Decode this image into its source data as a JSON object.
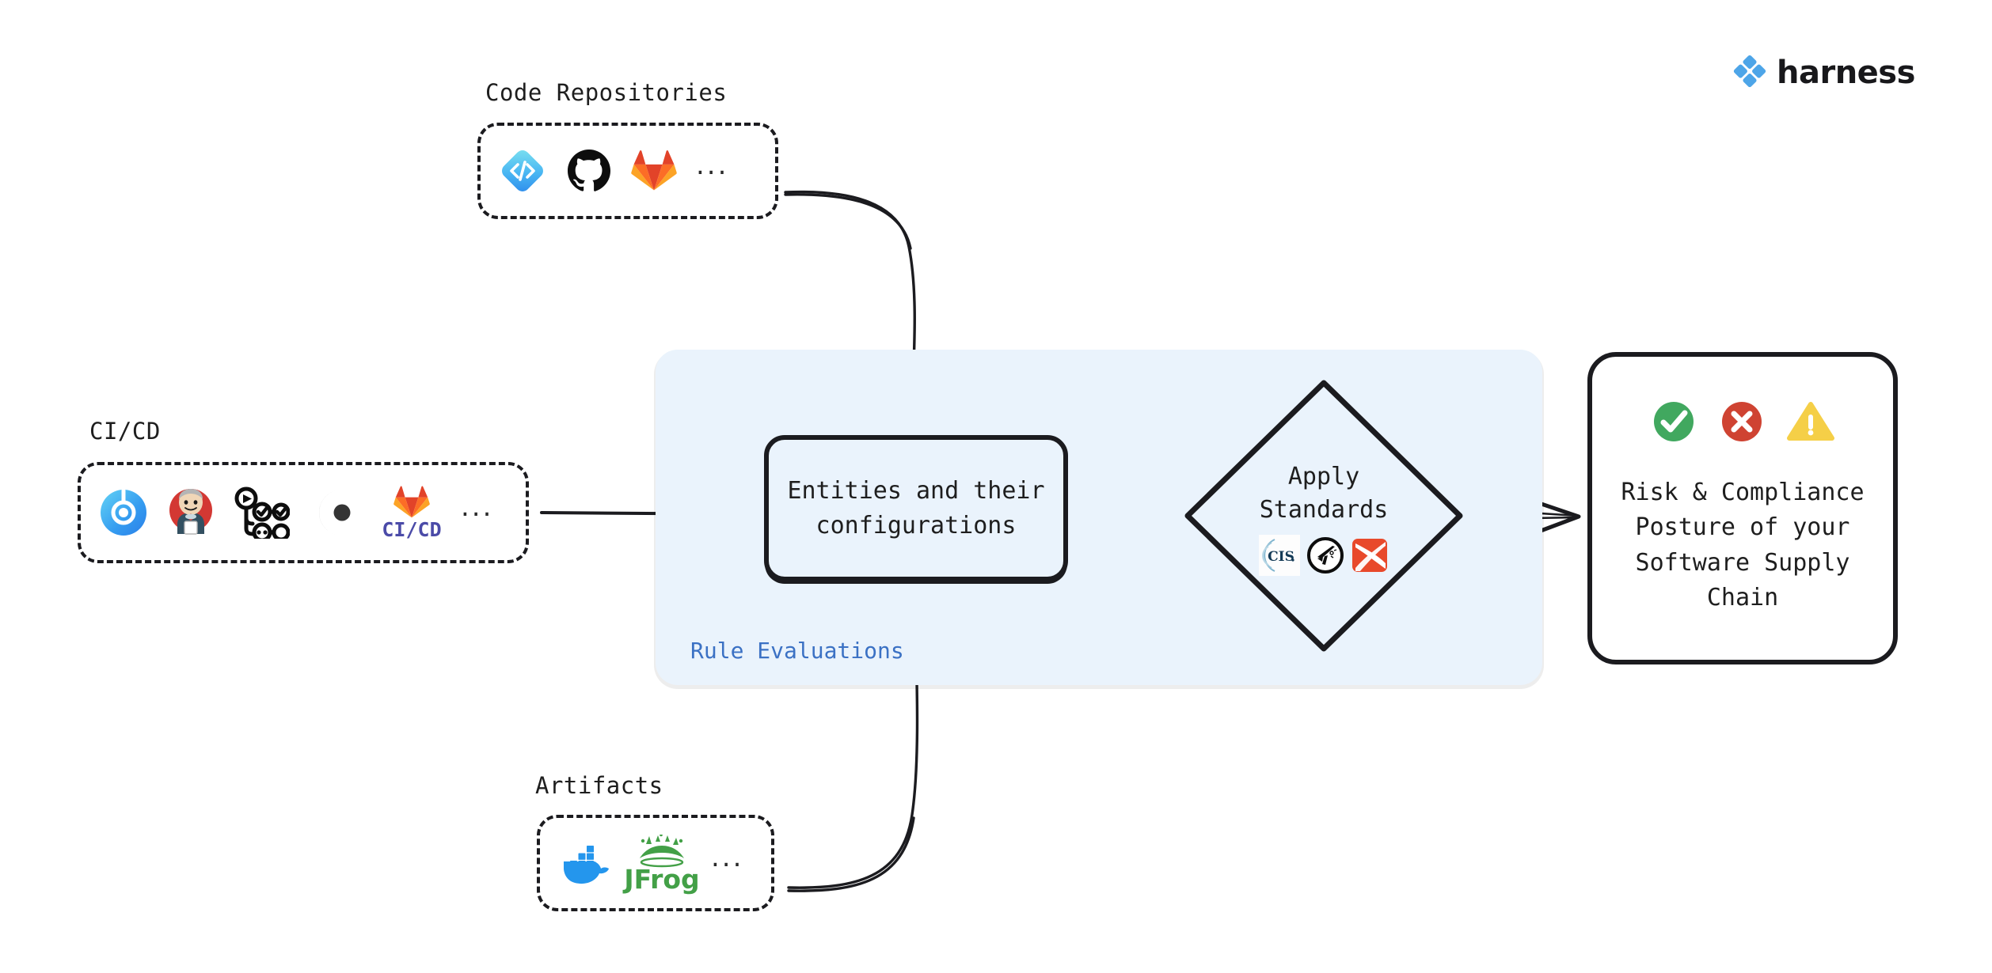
{
  "brand": {
    "name": "harness",
    "logo_icon": "harness-diamond-logo",
    "accent_color": "#4DA5E8",
    "text_color": "#18181b"
  },
  "colors": {
    "panel_bg": "#eaf3fc",
    "panel_label": "#3b71c4",
    "stroke": "#1b1b1f",
    "success": "#41A85F",
    "error": "#D0402F",
    "warning": "#F5CF47"
  },
  "sources": [
    {
      "id": "code-repositories",
      "label": "Code Repositories",
      "more_indicator": "...",
      "icons": [
        {
          "name": "harness-code-repo-icon",
          "title": "Harness Code Repository"
        },
        {
          "name": "github-icon",
          "title": "GitHub"
        },
        {
          "name": "gitlab-icon",
          "title": "GitLab"
        }
      ]
    },
    {
      "id": "ci-cd",
      "label": "CI/CD",
      "more_indicator": "...",
      "icons": [
        {
          "name": "harness-ci-icon",
          "title": "Harness CI"
        },
        {
          "name": "jenkins-icon",
          "title": "Jenkins"
        },
        {
          "name": "github-actions-icon",
          "title": "GitHub Actions"
        },
        {
          "name": "circleci-icon",
          "title": "CircleCI"
        },
        {
          "name": "gitlab-cicd-icon",
          "title": "GitLab CI/CD"
        }
      ],
      "gitlab_cicd_text": "CI/CD"
    },
    {
      "id": "artifacts",
      "label": "Artifacts",
      "more_indicator": "...",
      "icons": [
        {
          "name": "docker-icon",
          "title": "Docker"
        },
        {
          "name": "jfrog-icon",
          "title": "JFrog"
        }
      ],
      "jfrog_text": "JFrog"
    }
  ],
  "rule_panel": {
    "label": "Rule Evaluations",
    "entities_box": {
      "text": "Entities and their\nconfigurations"
    },
    "apply_standards": {
      "text": "Apply\nStandards",
      "icons": [
        {
          "name": "cis-benchmark-icon",
          "title": "CIS",
          "label": "CIS."
        },
        {
          "name": "openssf-scorecard-icon",
          "title": "OpenSSF"
        },
        {
          "name": "slsa-framework-icon",
          "title": "SLSA"
        }
      ]
    }
  },
  "outcome": {
    "text": "Risk & Compliance\nPosture of your\nSoftware Supply\nChain",
    "status_icons": [
      {
        "name": "check-circle-icon",
        "title": "Compliant"
      },
      {
        "name": "error-circle-icon",
        "title": "Non-compliant"
      },
      {
        "name": "warning-triangle-icon",
        "title": "Warning"
      }
    ]
  },
  "connectors": [
    {
      "name": "code-repos-to-entities-arrow",
      "from": "code-repositories",
      "to": "entities-box"
    },
    {
      "name": "cicd-to-entities-arrow",
      "from": "ci-cd",
      "to": "entities-box"
    },
    {
      "name": "artifacts-to-entities-arrow",
      "from": "artifacts",
      "to": "entities-box"
    },
    {
      "name": "entities-to-standards-arrow",
      "from": "entities-box",
      "to": "apply-standards"
    },
    {
      "name": "standards-to-outcome-arrow",
      "from": "apply-standards",
      "to": "outcome-card"
    }
  ]
}
